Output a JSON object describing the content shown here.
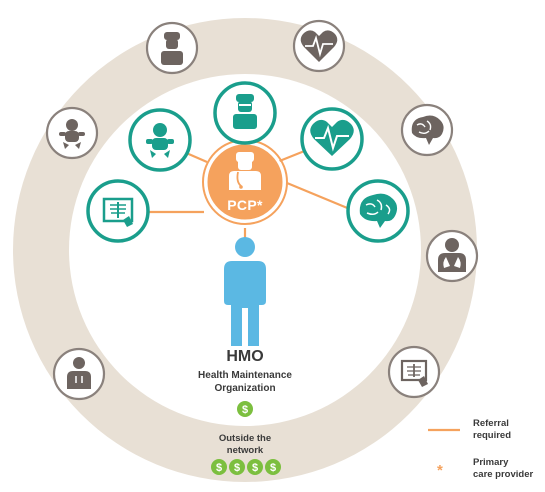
{
  "colors": {
    "outer_ring": "#e8e0d5",
    "inner_circle": "#ffffff",
    "teal": "#1a9e8c",
    "orange": "#f5a25d",
    "person_blue": "#5bb8e3",
    "gray_icon": "#6d6460",
    "gray_border": "#8a817c",
    "money_green": "#7cbf3f",
    "text": "#3a3a3a"
  },
  "pcp": {
    "label": "PCP*",
    "icon": "doctor-stethoscope-icon"
  },
  "specialists_in_network": [
    {
      "icon": "surgeon-icon"
    },
    {
      "icon": "heart-monitor-icon"
    },
    {
      "icon": "brain-icon"
    },
    {
      "icon": "xray-icon"
    },
    {
      "icon": "baby-icon"
    }
  ],
  "specialists_out_of_network": [
    {
      "icon": "surgeon-icon"
    },
    {
      "icon": "heart-monitor-icon"
    },
    {
      "icon": "brain-icon"
    },
    {
      "icon": "lungs-icon"
    },
    {
      "icon": "xray-icon"
    },
    {
      "icon": "torso-icon"
    },
    {
      "icon": "baby-icon"
    }
  ],
  "hmo": {
    "title": "HMO",
    "subtitle_line1": "Health Maintenance",
    "subtitle_line2": "Organization",
    "cost_symbols": 1
  },
  "outside": {
    "line1": "Outside the",
    "line2": "network",
    "cost_symbols": 4
  },
  "legend": {
    "referral_line1": "Referral",
    "referral_line2": "required",
    "asterisk": "*",
    "pcp_line1": "Primary",
    "pcp_line2": "care provider"
  }
}
